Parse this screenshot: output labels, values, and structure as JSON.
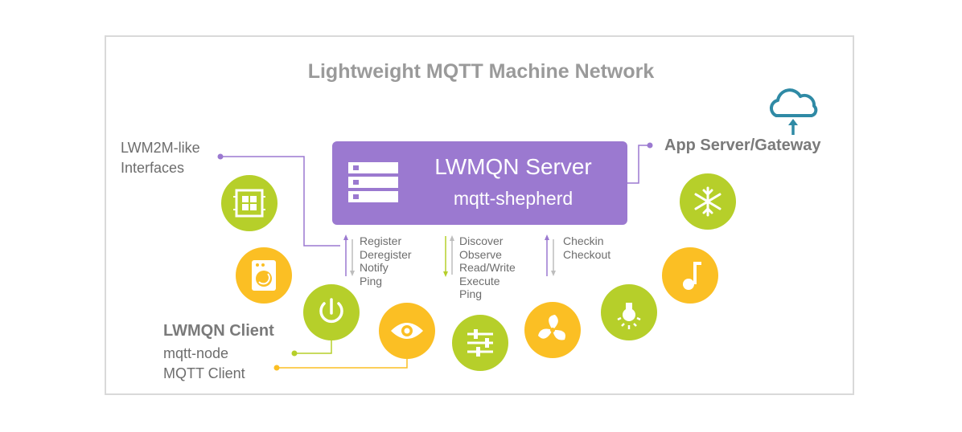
{
  "title": "Lightweight MQTT Machine Network",
  "server": {
    "name": "LWMQN Server",
    "subtitle": "mqtt-shepherd"
  },
  "interfaces_label": [
    "LWM2M-like",
    "Interfaces"
  ],
  "gateway_label": "App Server/Gateway",
  "client": {
    "title": "LWMQN Client",
    "lines": [
      "mqtt-node",
      "MQTT Client"
    ]
  },
  "message_groups": [
    [
      "Register",
      "Deregister",
      "Notify",
      "Ping"
    ],
    [
      "Discover",
      "Observe",
      "Read/Write",
      "Execute",
      "Ping"
    ],
    [
      "Checkin",
      "Checkout"
    ]
  ],
  "colors": {
    "server": "#9b79d0",
    "lime": "#b6cf2a",
    "yellow": "#fbbf24",
    "cloud": "#2f8aa5",
    "frame": "#d9d9d9"
  },
  "devices": [
    {
      "icon": "chip-icon",
      "color": "lime"
    },
    {
      "icon": "washing-machine-icon",
      "color": "yellow"
    },
    {
      "icon": "power-icon",
      "color": "lime"
    },
    {
      "icon": "eye-icon",
      "color": "yellow"
    },
    {
      "icon": "sliders-icon",
      "color": "lime"
    },
    {
      "icon": "fan-icon",
      "color": "yellow"
    },
    {
      "icon": "light-bulb-icon",
      "color": "lime"
    },
    {
      "icon": "music-note-icon",
      "color": "yellow"
    },
    {
      "icon": "snowflake-icon",
      "color": "lime"
    }
  ]
}
